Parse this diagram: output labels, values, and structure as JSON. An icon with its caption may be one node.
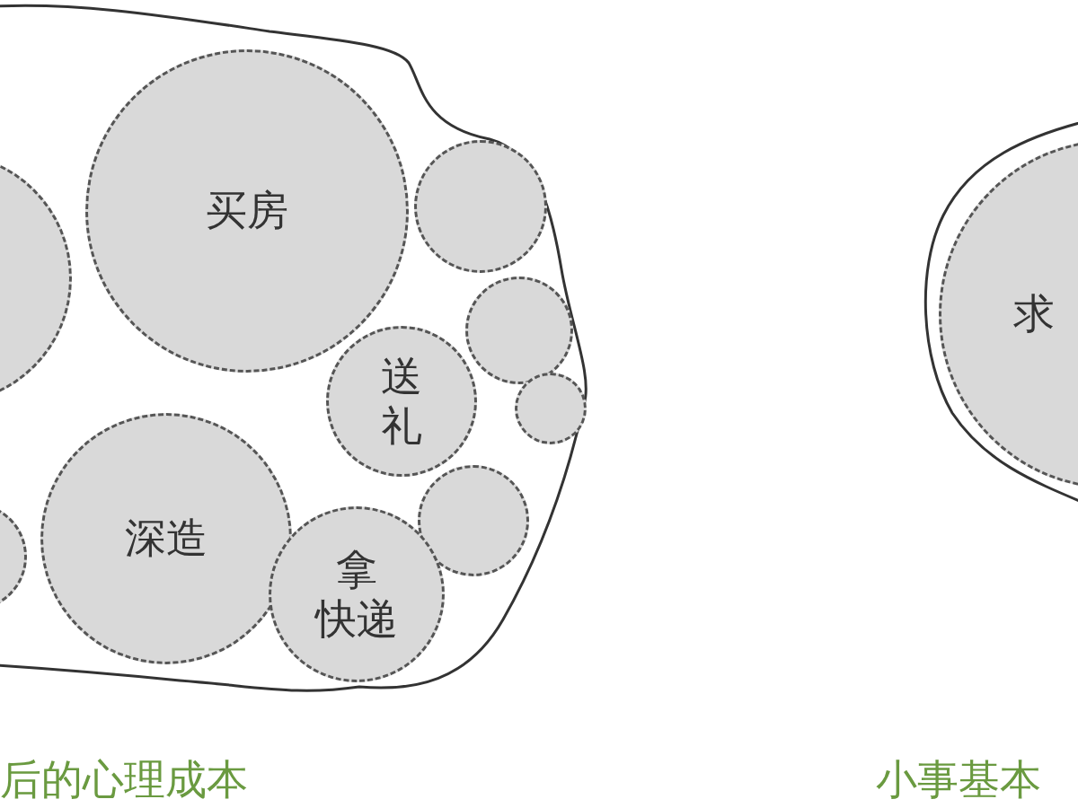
{
  "diagram": {
    "nodes": [
      {
        "text": [],
        "shape": "blob"
      },
      {
        "text": [],
        "shape": "circle",
        "in": 0
      },
      {
        "text": [
          "买房"
        ],
        "in": 0
      },
      {
        "text": [],
        "shape": "circle",
        "in": 0
      },
      {
        "text": [],
        "shape": "circle",
        "in": 0
      },
      {
        "text": [
          "送礼"
        ],
        "in": 0
      },
      {
        "text": [],
        "shape": "circle",
        "in": 0
      },
      {
        "text": [
          "深造"
        ],
        "in": 0
      },
      {
        "text": [],
        "shape": "circle",
        "in": 0
      },
      {
        "text": [],
        "shape": "circle",
        "in": 0
      },
      {
        "text": [
          "拿快递"
        ],
        "in": 0
      },
      {
        "text": [],
        "shape": "blob"
      },
      {
        "text": [
          "求"
        ],
        "in": 11
      }
    ],
    "labels": [
      "后的心理成本",
      "小事基本"
    ]
  }
}
